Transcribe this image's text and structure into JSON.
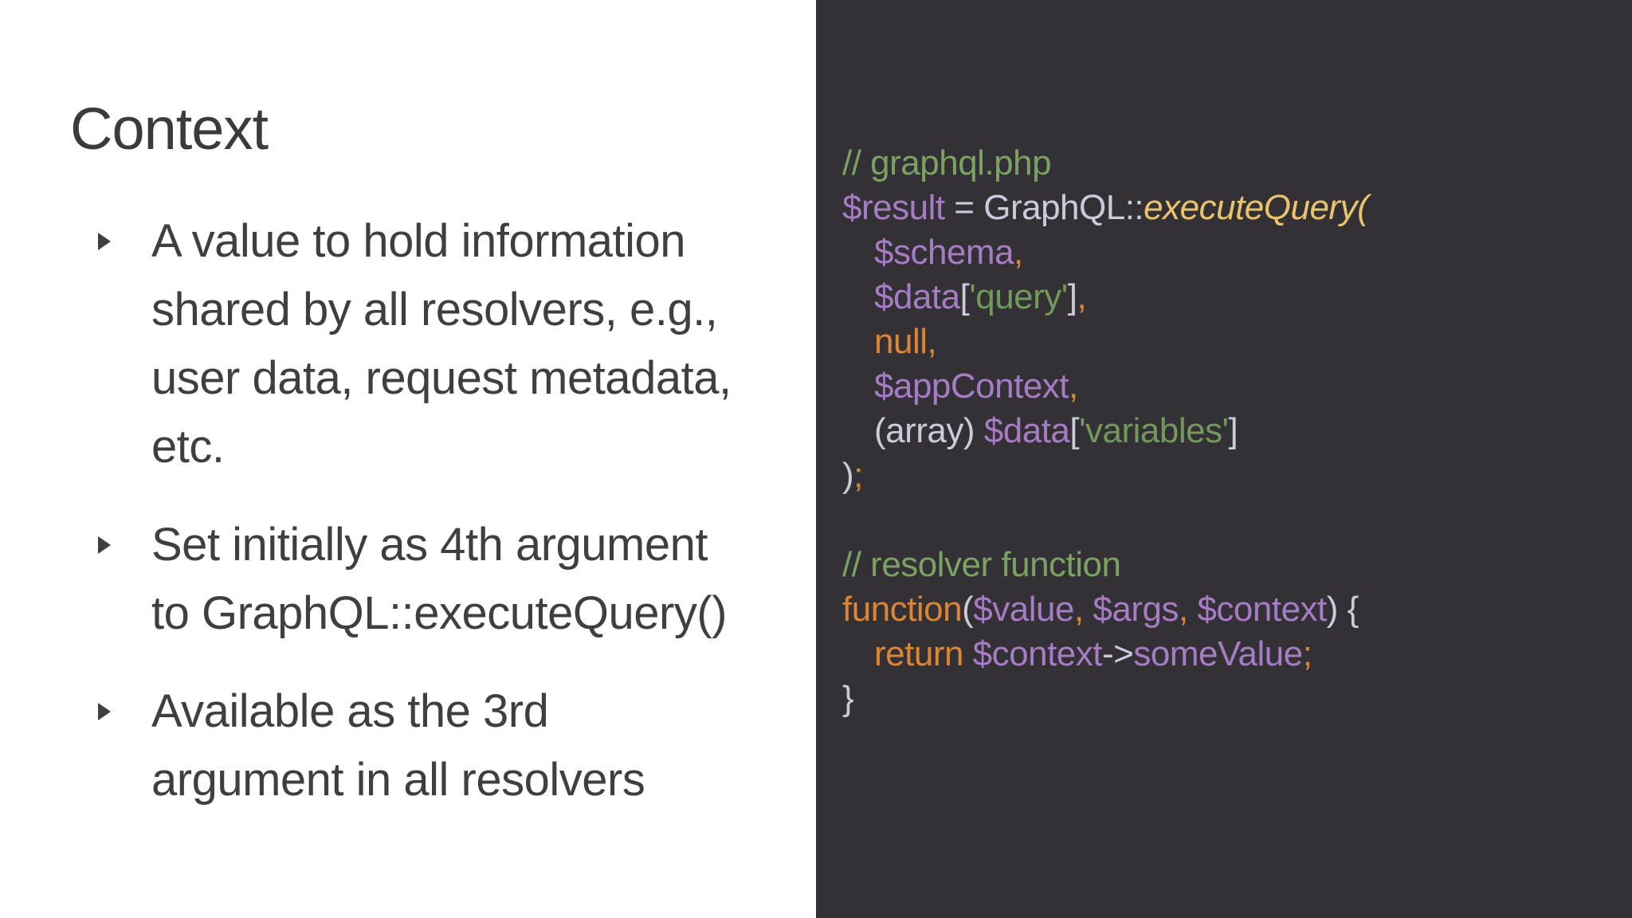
{
  "slide": {
    "title": "Context",
    "bullets": [
      {
        "lines": [
          "A value to hold information",
          "shared by all resolvers, e.g.,",
          "user data, request metadata,",
          "etc."
        ]
      },
      {
        "lines": [
          "Set initially as 4th argument",
          "to GraphQL::executeQuery()"
        ]
      },
      {
        "lines": [
          "Available as the 3rd",
          "argument in all resolvers"
        ]
      }
    ]
  },
  "icons": {
    "bullet": "triangle-right"
  },
  "colors": {
    "left_background": "#ffffff",
    "right_background": "#333135",
    "title_text": "#3b3b3d",
    "bullet_text": "#3f3f41",
    "code_comment": "#7ca263",
    "code_string": "#71995a",
    "code_variable": "#a67cc4",
    "code_keyword": "#dd8533",
    "code_method": "#e9c46a",
    "code_plain": "#c9ccda"
  },
  "code_panel": {
    "lines": [
      {
        "indent": 0,
        "tokens": [
          {
            "text": "// graphql.php",
            "type": "comment"
          }
        ]
      },
      {
        "indent": 0,
        "tokens": [
          {
            "text": "$result",
            "type": "variable"
          },
          {
            "text": " = GraphQL::",
            "type": "plain"
          },
          {
            "text": "executeQuery(",
            "type": "method"
          }
        ]
      },
      {
        "indent": 1,
        "tokens": [
          {
            "text": "$schema",
            "type": "variable"
          },
          {
            "text": ",",
            "type": "keyword"
          }
        ]
      },
      {
        "indent": 1,
        "tokens": [
          {
            "text": "$data",
            "type": "variable"
          },
          {
            "text": "[",
            "type": "plain"
          },
          {
            "text": "'query'",
            "type": "string"
          },
          {
            "text": "]",
            "type": "plain"
          },
          {
            "text": ",",
            "type": "keyword"
          }
        ]
      },
      {
        "indent": 1,
        "tokens": [
          {
            "text": "null,",
            "type": "keyword"
          }
        ]
      },
      {
        "indent": 1,
        "tokens": [
          {
            "text": "$appContext",
            "type": "variable"
          },
          {
            "text": ",",
            "type": "keyword"
          }
        ]
      },
      {
        "indent": 1,
        "tokens": [
          {
            "text": "(array) ",
            "type": "plain"
          },
          {
            "text": "$data",
            "type": "variable"
          },
          {
            "text": "[",
            "type": "plain"
          },
          {
            "text": "'variables'",
            "type": "string"
          },
          {
            "text": "]",
            "type": "plain"
          }
        ]
      },
      {
        "indent": 0,
        "tokens": [
          {
            "text": ")",
            "type": "plain"
          },
          {
            "text": ";",
            "type": "keyword"
          }
        ]
      },
      {
        "indent": 0,
        "tokens": []
      },
      {
        "indent": 0,
        "tokens": [
          {
            "text": "// resolver function",
            "type": "comment"
          }
        ]
      },
      {
        "indent": 0,
        "tokens": [
          {
            "text": "function",
            "type": "keyword"
          },
          {
            "text": "(",
            "type": "plain"
          },
          {
            "text": "$value",
            "type": "variable"
          },
          {
            "text": ",",
            "type": "keyword"
          },
          {
            "text": " ",
            "type": "plain"
          },
          {
            "text": "$args",
            "type": "variable"
          },
          {
            "text": ",",
            "type": "keyword"
          },
          {
            "text": " ",
            "type": "plain"
          },
          {
            "text": "$context",
            "type": "variable"
          },
          {
            "text": ") {",
            "type": "plain"
          }
        ]
      },
      {
        "indent": 1,
        "tokens": [
          {
            "text": "return ",
            "type": "keyword"
          },
          {
            "text": "$context",
            "type": "variable"
          },
          {
            "text": "->",
            "type": "plain"
          },
          {
            "text": "someValue",
            "type": "variable"
          },
          {
            "text": ";",
            "type": "keyword"
          }
        ]
      },
      {
        "indent": 0,
        "tokens": [
          {
            "text": "}",
            "type": "plain"
          }
        ]
      }
    ]
  }
}
